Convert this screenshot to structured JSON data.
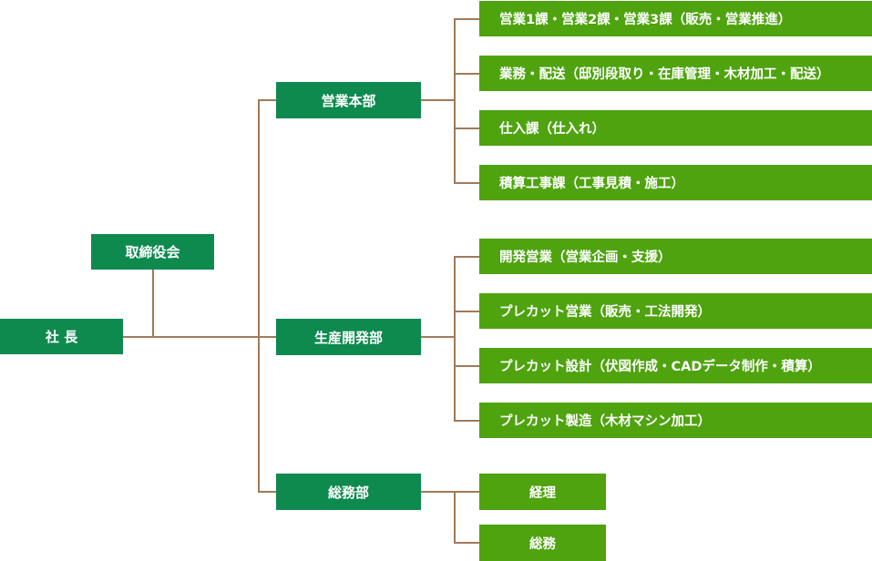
{
  "org": {
    "president": "社 長",
    "board": "取締役会",
    "sales_hq": {
      "name": "営業本部",
      "units": [
        "営業1課・営業2課・営業3課（販売・営業推進）",
        "業務・配送（邸別段取り・在庫管理・木材加工・配送）",
        "仕入課（仕入れ）",
        "積算工事課（工事見積・施工）"
      ]
    },
    "production_dev": {
      "name": "生産開発部",
      "units": [
        "開発営業（営業企画・支援）",
        "プレカット営業（販売・工法開発）",
        "プレカット設計（伏図作成・CADデータ制作・積算）",
        "プレカット製造（木材マシン加工）"
      ]
    },
    "general_affairs": {
      "name": "総務部",
      "units": [
        "経理",
        "総務"
      ]
    }
  },
  "colors": {
    "department": "#0e8a4f",
    "unit": "#4ea30f",
    "connector": "#a07a5a"
  }
}
